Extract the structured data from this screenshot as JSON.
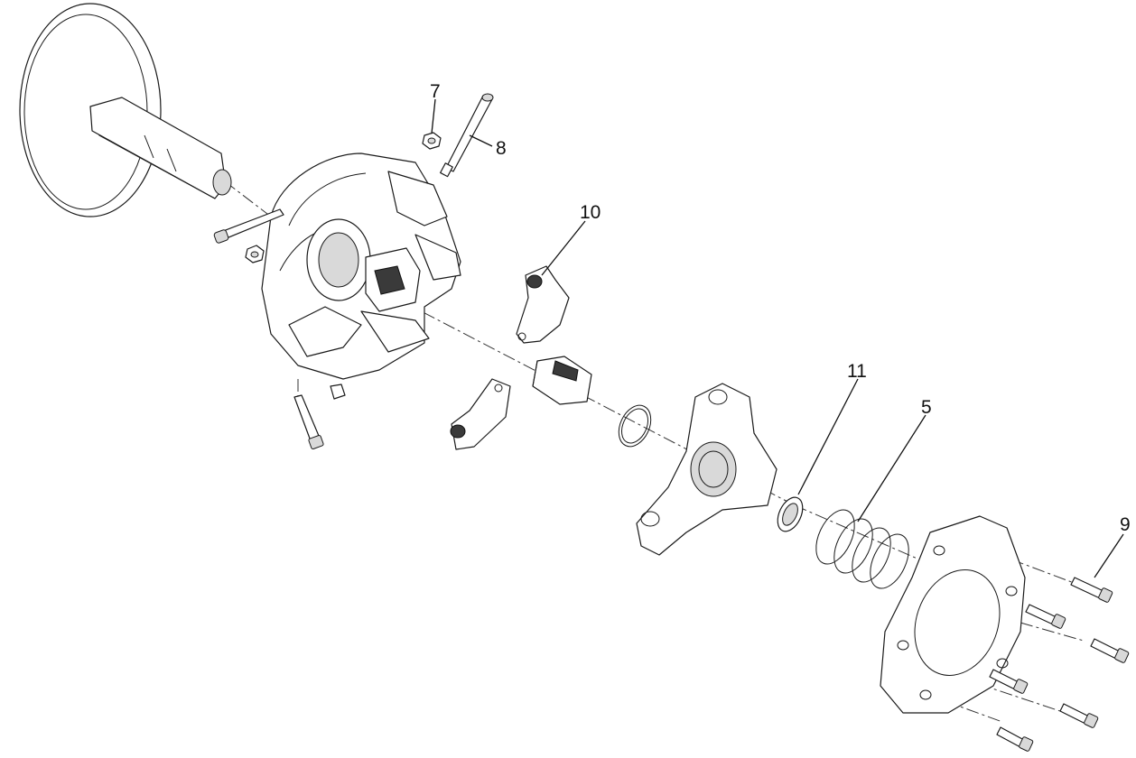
{
  "callouts": [
    {
      "id": "7",
      "label": "7"
    },
    {
      "id": "8",
      "label": "8"
    },
    {
      "id": "10",
      "label": "10"
    },
    {
      "id": "11",
      "label": "11"
    },
    {
      "id": "5",
      "label": "5"
    },
    {
      "id": "9",
      "label": "9"
    }
  ]
}
